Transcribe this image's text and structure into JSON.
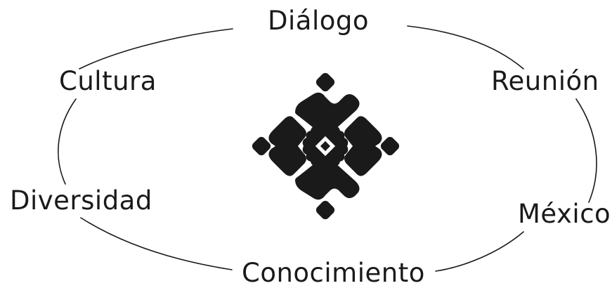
{
  "labels": {
    "top": "Diálogo",
    "upper_left": "Cultura",
    "upper_right": "Reunión",
    "lower_left": "Diversidad",
    "lower_right": "México",
    "bottom": "Conocimiento"
  },
  "colors": {
    "ink": "#1a1a1a",
    "background": "#ffffff"
  },
  "emblem": {
    "icon": "diamond-motif-icon"
  }
}
